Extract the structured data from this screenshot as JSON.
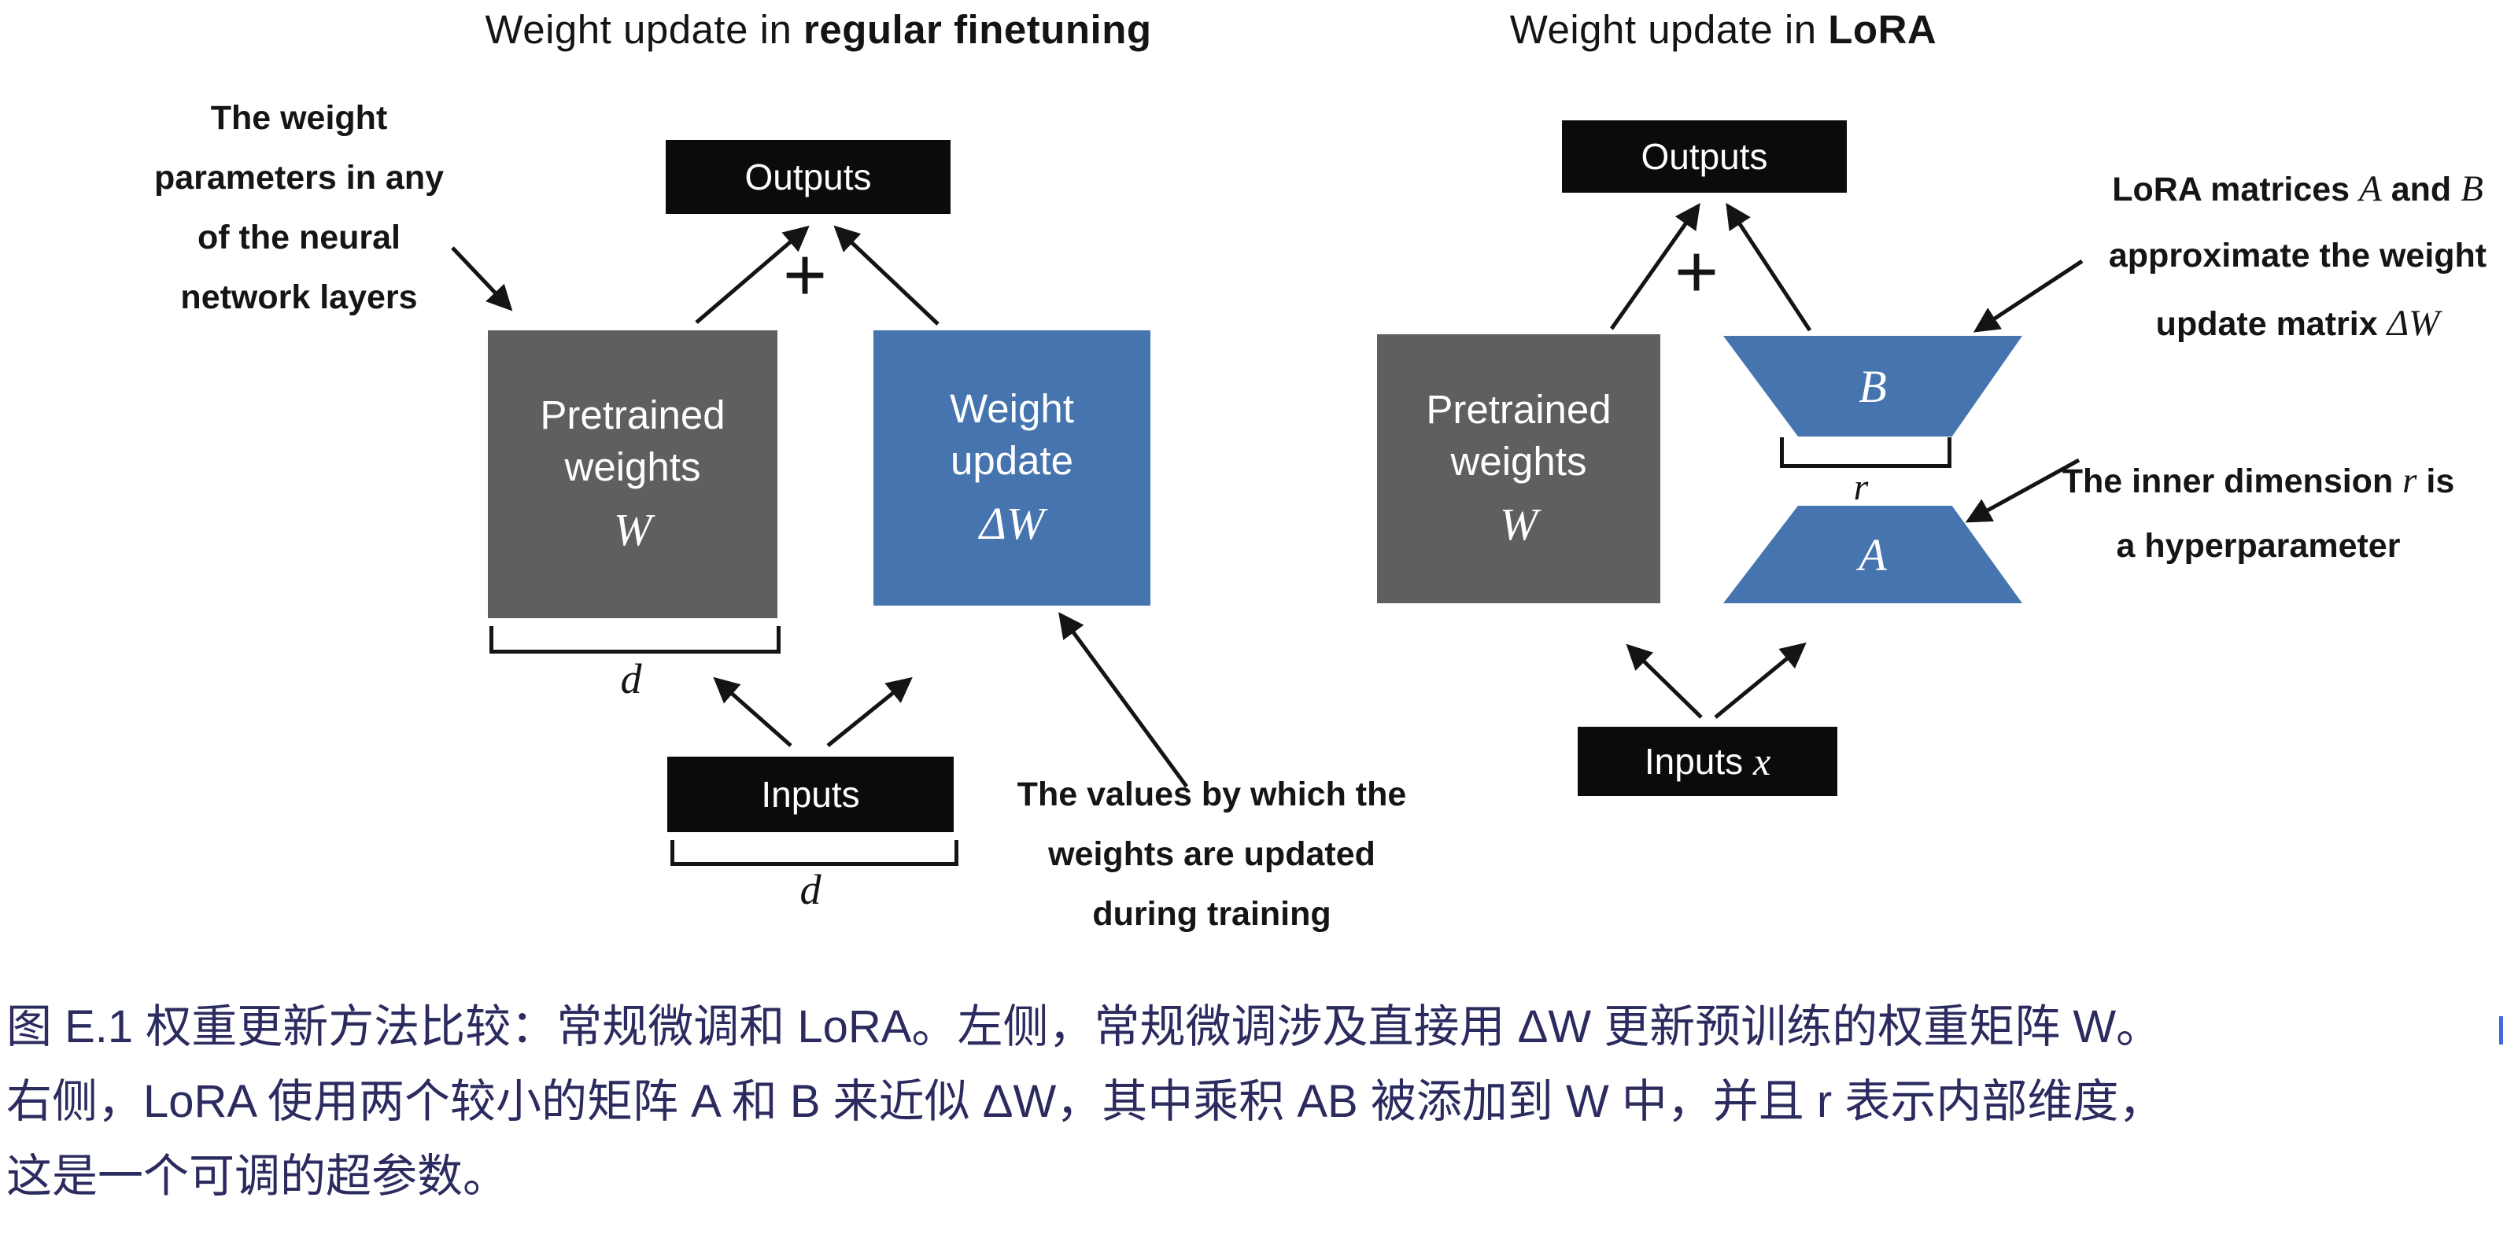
{
  "left_panel": {
    "title_plain": "Weight update in ",
    "title_bold": "regular finetuning",
    "note_params": {
      "l1": "The weight",
      "l2": "parameters in any",
      "l3": "of the neural",
      "l4": "network layers"
    },
    "outputs_label": "Outputs",
    "plus": "+",
    "pretrained_box": {
      "l1": "Pretrained",
      "l2": "weights",
      "math": "W"
    },
    "update_box": {
      "l1": "Weight",
      "l2": "update",
      "math": "ΔW"
    },
    "dim_under_weights": "d",
    "inputs_label": "Inputs",
    "dim_under_inputs": "d",
    "note_values": {
      "l1": "The values by which the",
      "l2": "weights are updated",
      "l3": "during training"
    }
  },
  "right_panel": {
    "title_plain": "Weight update in ",
    "title_bold": "LoRA",
    "outputs_label": "Outputs",
    "plus": "+",
    "pretrained_box": {
      "l1": "Pretrained",
      "l2": "weights",
      "math": "W"
    },
    "matrix_b": "B",
    "matrix_a": "A",
    "rank_label": "r",
    "inputs_plain": "Inputs ",
    "inputs_math": "x",
    "note_ab": {
      "l1a": "LoRA matrices ",
      "l1b": "A",
      "l1c": " and ",
      "l1d": "B",
      "l2": "approximate the weight",
      "l3a": "update matrix ",
      "l3b": "ΔW"
    },
    "note_r": {
      "l1a": "The inner dimension ",
      "l1b": "r",
      "l1c": " is",
      "l2": "a hyperparameter"
    }
  },
  "caption": {
    "lines": [
      "图 E.1 权重更新方法比较：常规微调和 LoRA。左侧，常规微调涉及直接用 ΔW 更新预训练的权重矩阵 W。",
      "右侧，LoRA 使用两个较小的矩阵 A 和 B 来近似 ΔW，其中乘积 AB 被添加到 W 中，并且 r 表示内部维度，",
      "这是一个可调的超参数。"
    ]
  },
  "colors": {
    "pretrained_gray": "#5f5f61",
    "lora_blue": "#4574af",
    "box_black": "#0b0b0b",
    "caption_navy": "#2b2b5f",
    "cursor_blue": "#4169e1"
  }
}
